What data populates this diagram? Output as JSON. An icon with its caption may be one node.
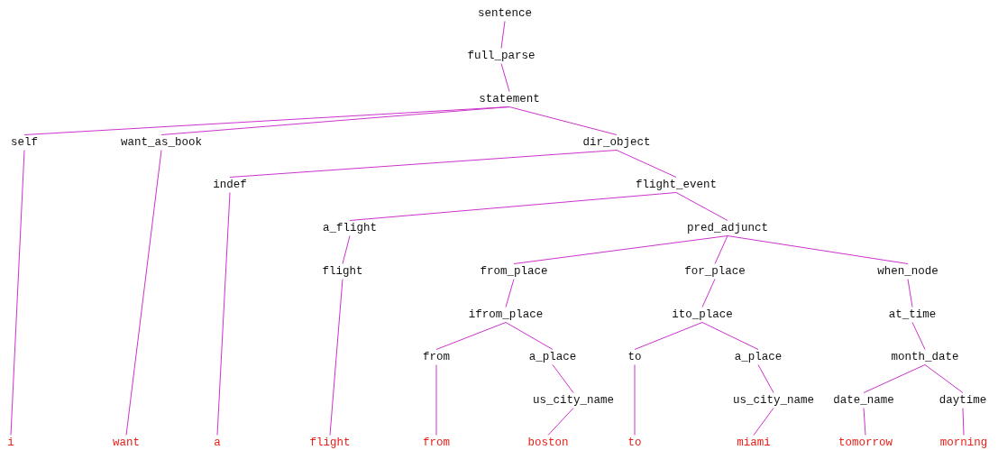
{
  "diagram": {
    "nodes": [
      {
        "text": [
          "sentence"
        ]
      },
      {
        "text": [
          "full_parse"
        ]
      },
      {
        "text": [
          "statement"
        ]
      },
      {
        "text": [
          "self"
        ]
      },
      {
        "text": [
          "want_as_book"
        ]
      },
      {
        "text": [
          "dir_object"
        ]
      },
      {
        "text": [
          "indef"
        ]
      },
      {
        "text": [
          "flight_event"
        ]
      },
      {
        "text": [
          "a_flight"
        ]
      },
      {
        "text": [
          "pred_adjunct"
        ]
      },
      {
        "text": [
          "flight"
        ]
      },
      {
        "text": [
          "from_place"
        ]
      },
      {
        "text": [
          "for_place"
        ]
      },
      {
        "text": [
          "when_node"
        ]
      },
      {
        "text": [
          "ifrom_place"
        ]
      },
      {
        "text": [
          "ito_place"
        ]
      },
      {
        "text": [
          "at_time"
        ]
      },
      {
        "text": [
          "from"
        ]
      },
      {
        "text": [
          "a_place"
        ]
      },
      {
        "text": [
          "to"
        ]
      },
      {
        "text": [
          "a_place"
        ]
      },
      {
        "text": [
          "month_date"
        ]
      },
      {
        "text": [
          "us_city_name"
        ]
      },
      {
        "text": [
          "us_city_name"
        ]
      },
      {
        "text": [
          "date_name"
        ]
      },
      {
        "text": [
          "daytime"
        ]
      },
      {
        "text": [
          "i"
        ]
      },
      {
        "text": [
          "want"
        ]
      },
      {
        "text": [
          "a"
        ]
      },
      {
        "text": [
          "flight"
        ]
      },
      {
        "text": [
          "from"
        ]
      },
      {
        "text": [
          "boston"
        ]
      },
      {
        "text": [
          "to"
        ]
      },
      {
        "text": [
          "miami"
        ]
      },
      {
        "text": [
          "tomorrow"
        ]
      },
      {
        "text": [
          "morning"
        ]
      }
    ],
    "edges": [
      {
        "from": 0,
        "to": 1,
        "arrow": "none"
      },
      {
        "from": 1,
        "to": 2,
        "arrow": "none"
      },
      {
        "from": 2,
        "to": 3,
        "arrow": "none"
      },
      {
        "from": 2,
        "to": 4,
        "arrow": "none"
      },
      {
        "from": 2,
        "to": 5,
        "arrow": "none"
      },
      {
        "from": 5,
        "to": 6,
        "arrow": "none"
      },
      {
        "from": 5,
        "to": 7,
        "arrow": "none"
      },
      {
        "from": 7,
        "to": 8,
        "arrow": "none"
      },
      {
        "from": 7,
        "to": 9,
        "arrow": "none"
      },
      {
        "from": 8,
        "to": 10,
        "arrow": "none"
      },
      {
        "from": 9,
        "to": 11,
        "arrow": "none"
      },
      {
        "from": 9,
        "to": 12,
        "arrow": "none"
      },
      {
        "from": 9,
        "to": 13,
        "arrow": "none"
      },
      {
        "from": 11,
        "to": 14,
        "arrow": "none"
      },
      {
        "from": 12,
        "to": 15,
        "arrow": "none"
      },
      {
        "from": 13,
        "to": 16,
        "arrow": "none"
      },
      {
        "from": 14,
        "to": 17,
        "arrow": "none"
      },
      {
        "from": 14,
        "to": 18,
        "arrow": "none"
      },
      {
        "from": 15,
        "to": 19,
        "arrow": "none"
      },
      {
        "from": 15,
        "to": 20,
        "arrow": "none"
      },
      {
        "from": 16,
        "to": 21,
        "arrow": "none"
      },
      {
        "from": 18,
        "to": 22,
        "arrow": "none"
      },
      {
        "from": 20,
        "to": 23,
        "arrow": "none"
      },
      {
        "from": 21,
        "to": 24,
        "arrow": "none"
      },
      {
        "from": 21,
        "to": 25,
        "arrow": "none"
      },
      {
        "from": 3,
        "to": 26,
        "arrow": "none"
      },
      {
        "from": 4,
        "to": 27,
        "arrow": "none"
      },
      {
        "from": 6,
        "to": 28,
        "arrow": "none"
      },
      {
        "from": 10,
        "to": 29,
        "arrow": "none"
      },
      {
        "from": 17,
        "to": 30,
        "arrow": "none"
      },
      {
        "from": 22,
        "to": 31,
        "arrow": "none"
      },
      {
        "from": 19,
        "to": 32,
        "arrow": "none"
      },
      {
        "from": 23,
        "to": 33,
        "arrow": "none"
      },
      {
        "from": 24,
        "to": 34,
        "arrow": "none"
      },
      {
        "from": 25,
        "to": 35,
        "arrow": "none"
      }
    ]
  }
}
